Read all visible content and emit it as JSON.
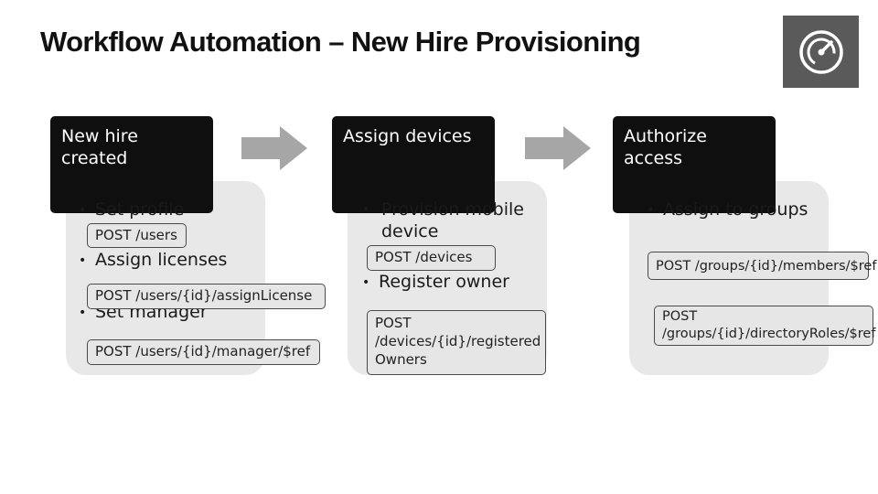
{
  "title": "Workflow Automation – New Hire Provisioning",
  "logo_icon": "speedometer-icon",
  "arrows_icon": "right-arrow-icon",
  "colors": {
    "header_bg": "#0f0f0f",
    "panel_bg": "#e8e8e8",
    "logo_bg": "#5a5a5a",
    "arrow": "#a6a6a6"
  },
  "steps": [
    {
      "header": "New hire created",
      "bullets": [
        "Set profile",
        "Assign licenses",
        "Set manager"
      ],
      "calls": [
        "POST /users",
        "POST /users/{id}/assignLicense",
        "POST /users/{id}/manager/$ref"
      ]
    },
    {
      "header": "Assign devices",
      "bullets": [
        "Provision mobile device",
        "Register owner"
      ],
      "calls": [
        "POST /devices",
        "POST /devices/{id}/registered Owners"
      ]
    },
    {
      "header": "Authorize access",
      "bullets": [
        "Assign to groups"
      ],
      "calls": [
        "POST /groups/{id}/members/$ref",
        "POST /groups/{id}/directoryRoles/$ref"
      ]
    }
  ]
}
